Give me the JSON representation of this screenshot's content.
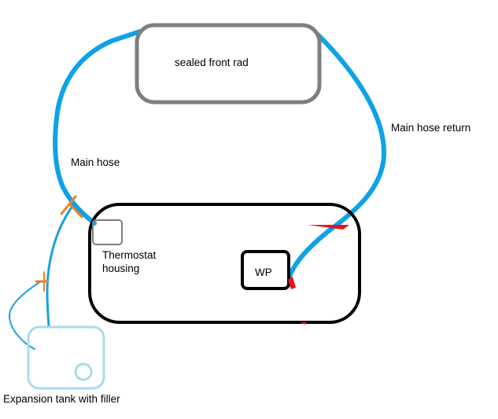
{
  "labels": {
    "radiator": "sealed front rad",
    "main_hose": "Main hose",
    "main_hose_return": "Main hose return",
    "thermostat_line1": "Thermostat",
    "thermostat_line2": "housing",
    "water_pump": "WP",
    "expansion_tank": "Expansion tank with filler"
  },
  "colors": {
    "hose": "#0ea2e6",
    "radiator_outline": "#7f7f7f",
    "engine_outline": "#000000",
    "thermostat_outline": "#7f7f7f",
    "expansion_tank_outline": "#a8dbf0",
    "small_hose": "#1c9fe0",
    "clamp": "#f07f2a",
    "leak": "#e8141c"
  }
}
